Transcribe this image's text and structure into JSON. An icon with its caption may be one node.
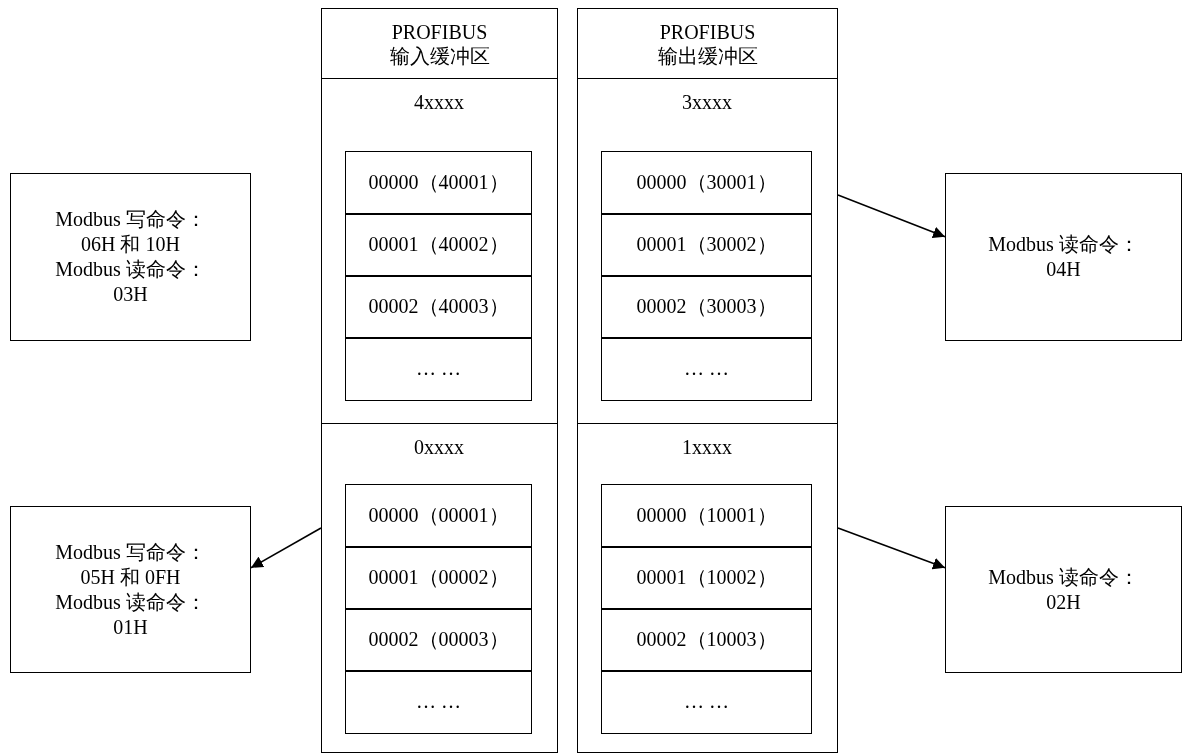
{
  "diagram": {
    "nodes": [
      {
        "text": [
          "PROFIBUS 输入缓冲区"
        ]
      },
      {
        "text": [
          "4xxxx"
        ],
        "in": 0
      },
      {
        "text": [
          "00000（40001）"
        ],
        "in": 1
      },
      {
        "text": [
          "00001（40002）"
        ],
        "in": 1
      },
      {
        "text": [
          "00002（40003）"
        ],
        "in": 1
      },
      {
        "text": [
          "… …"
        ],
        "in": 1
      },
      {
        "text": [
          "0xxxx"
        ],
        "in": 0
      },
      {
        "text": [
          "00000（00001）"
        ],
        "in": 6
      },
      {
        "text": [
          "00001（00002）"
        ],
        "in": 6
      },
      {
        "text": [
          "00002（00003）"
        ],
        "in": 6
      },
      {
        "text": [
          "… …"
        ],
        "in": 6
      },
      {
        "text": [
          "PROFIBUS 输出缓冲区"
        ]
      },
      {
        "text": [
          "3xxxx"
        ],
        "in": 11
      },
      {
        "text": [
          "00000（30001）"
        ],
        "in": 12
      },
      {
        "text": [
          "00001（30002）"
        ],
        "in": 12
      },
      {
        "text": [
          "00002（30003）"
        ],
        "in": 12
      },
      {
        "text": [
          "… …"
        ],
        "in": 12
      },
      {
        "text": [
          "1xxxx"
        ],
        "in": 11
      },
      {
        "text": [
          "00000（10001）"
        ],
        "in": 17
      },
      {
        "text": [
          "00001（10002）"
        ],
        "in": 17
      },
      {
        "text": [
          "00002（10003）"
        ],
        "in": 17
      },
      {
        "text": [
          "… …"
        ],
        "in": 17
      },
      {
        "text": [
          "Modbus 写命令： 06H 和 10H",
          "Modbus 读命令： 03H"
        ]
      },
      {
        "text": [
          "Modbus 写命令： 05H 和 0FH",
          "Modbus 读命令： 01H"
        ]
      },
      {
        "text": [
          "Modbus 读命令： 04H"
        ]
      },
      {
        "text": [
          "Modbus 读命令： 02H"
        ]
      }
    ],
    "edges": [
      {
        "from": 6,
        "to": 23,
        "arrow": "to"
      },
      {
        "from": 12,
        "to": 24,
        "arrow": "to"
      },
      {
        "from": 17,
        "to": 25,
        "arrow": "to"
      }
    ]
  }
}
